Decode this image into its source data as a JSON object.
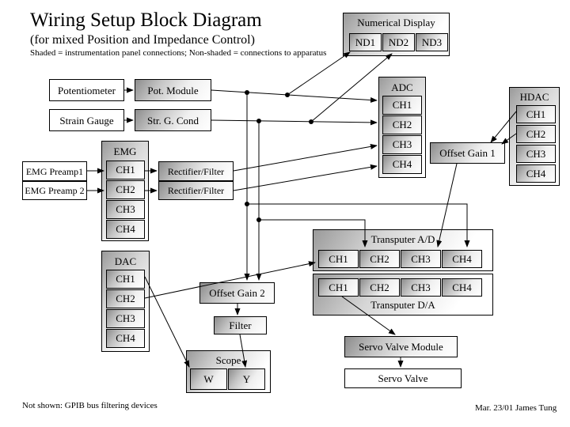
{
  "header": {
    "title": "Wiring Setup Block Diagram",
    "subtitle": "(for mixed Position and Impedance Control)",
    "legend_note": "Shaded = instrumentation panel connections; Non-shaded = connections to apparatus"
  },
  "footer": {
    "note_left": "Not shown: GPIB bus filtering devices",
    "note_right": "Mar. 23/01 James Tung"
  },
  "colors": {
    "shaded_gradient_dark": "#8c8c8c",
    "shaded_gradient_light": "#ffffff",
    "line": "#000000",
    "background": "#ffffff"
  },
  "blocks": {
    "numerical_display": {
      "label": "Numerical Display",
      "channels": [
        "ND1",
        "ND2",
        "ND3"
      ]
    },
    "potentiometer": {
      "label": "Potentiometer"
    },
    "pot_module": {
      "label": "Pot. Module"
    },
    "strain_gauge": {
      "label": "Strain Gauge"
    },
    "str_g_cond": {
      "label": "Str. G. Cond"
    },
    "adc": {
      "label": "ADC",
      "channels": [
        "CH1",
        "CH2",
        "CH3",
        "CH4"
      ]
    },
    "hdac": {
      "label": "HDAC",
      "channels": [
        "CH1",
        "CH2",
        "CH3",
        "CH4"
      ]
    },
    "offset_gain_1": {
      "label": "Offset Gain 1"
    },
    "emg": {
      "label": "EMG",
      "channels": [
        "CH1",
        "CH2",
        "CH3",
        "CH4"
      ]
    },
    "emg_preamp1": {
      "label": "EMG Preamp1"
    },
    "emg_preamp2": {
      "label": "EMG Preamp 2"
    },
    "rectifier_filter_1": {
      "label": "Rectifier/Filter"
    },
    "rectifier_filter_2": {
      "label": "Rectifier/Filter"
    },
    "dac": {
      "label": "DAC",
      "channels": [
        "CH1",
        "CH2",
        "CH3",
        "CH4"
      ]
    },
    "offset_gain_2": {
      "label": "Offset Gain 2"
    },
    "filter": {
      "label": "Filter"
    },
    "scope": {
      "label": "Scope",
      "channels": [
        "W",
        "Y"
      ]
    },
    "transputer_ad": {
      "label": "Transputer A/D",
      "channels": [
        "CH1",
        "CH2",
        "CH3",
        "CH4"
      ]
    },
    "transputer_da": {
      "label": "Transputer D/A",
      "channels": [
        "CH1",
        "CH2",
        "CH3",
        "CH4"
      ]
    },
    "servo_valve_module": {
      "label": "Servo Valve Module"
    },
    "servo_valve": {
      "label": "Servo Valve"
    }
  }
}
